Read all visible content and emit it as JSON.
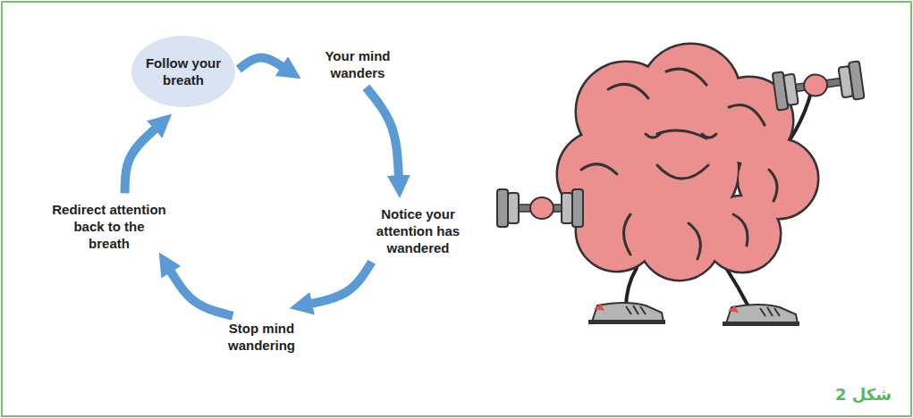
{
  "diagram": {
    "nodes": [
      {
        "text": [
          "Follow your breath"
        ]
      },
      {
        "text": [
          "Your mind wanders"
        ]
      },
      {
        "text": [
          "Notice your attention has wandered"
        ]
      },
      {
        "text": [
          "Stop mind wandering"
        ]
      },
      {
        "text": [
          "Redirect attention back to the breath"
        ]
      }
    ],
    "edges": [
      {
        "from": 0,
        "to": 1,
        "arrow": "to"
      },
      {
        "from": 1,
        "to": 2,
        "arrow": "to"
      },
      {
        "from": 2,
        "to": 3,
        "arrow": "to"
      },
      {
        "from": 3,
        "to": 4,
        "arrow": "to"
      },
      {
        "from": 4,
        "to": 0,
        "arrow": "to"
      }
    ],
    "labels": [
      "شكل 2"
    ]
  }
}
